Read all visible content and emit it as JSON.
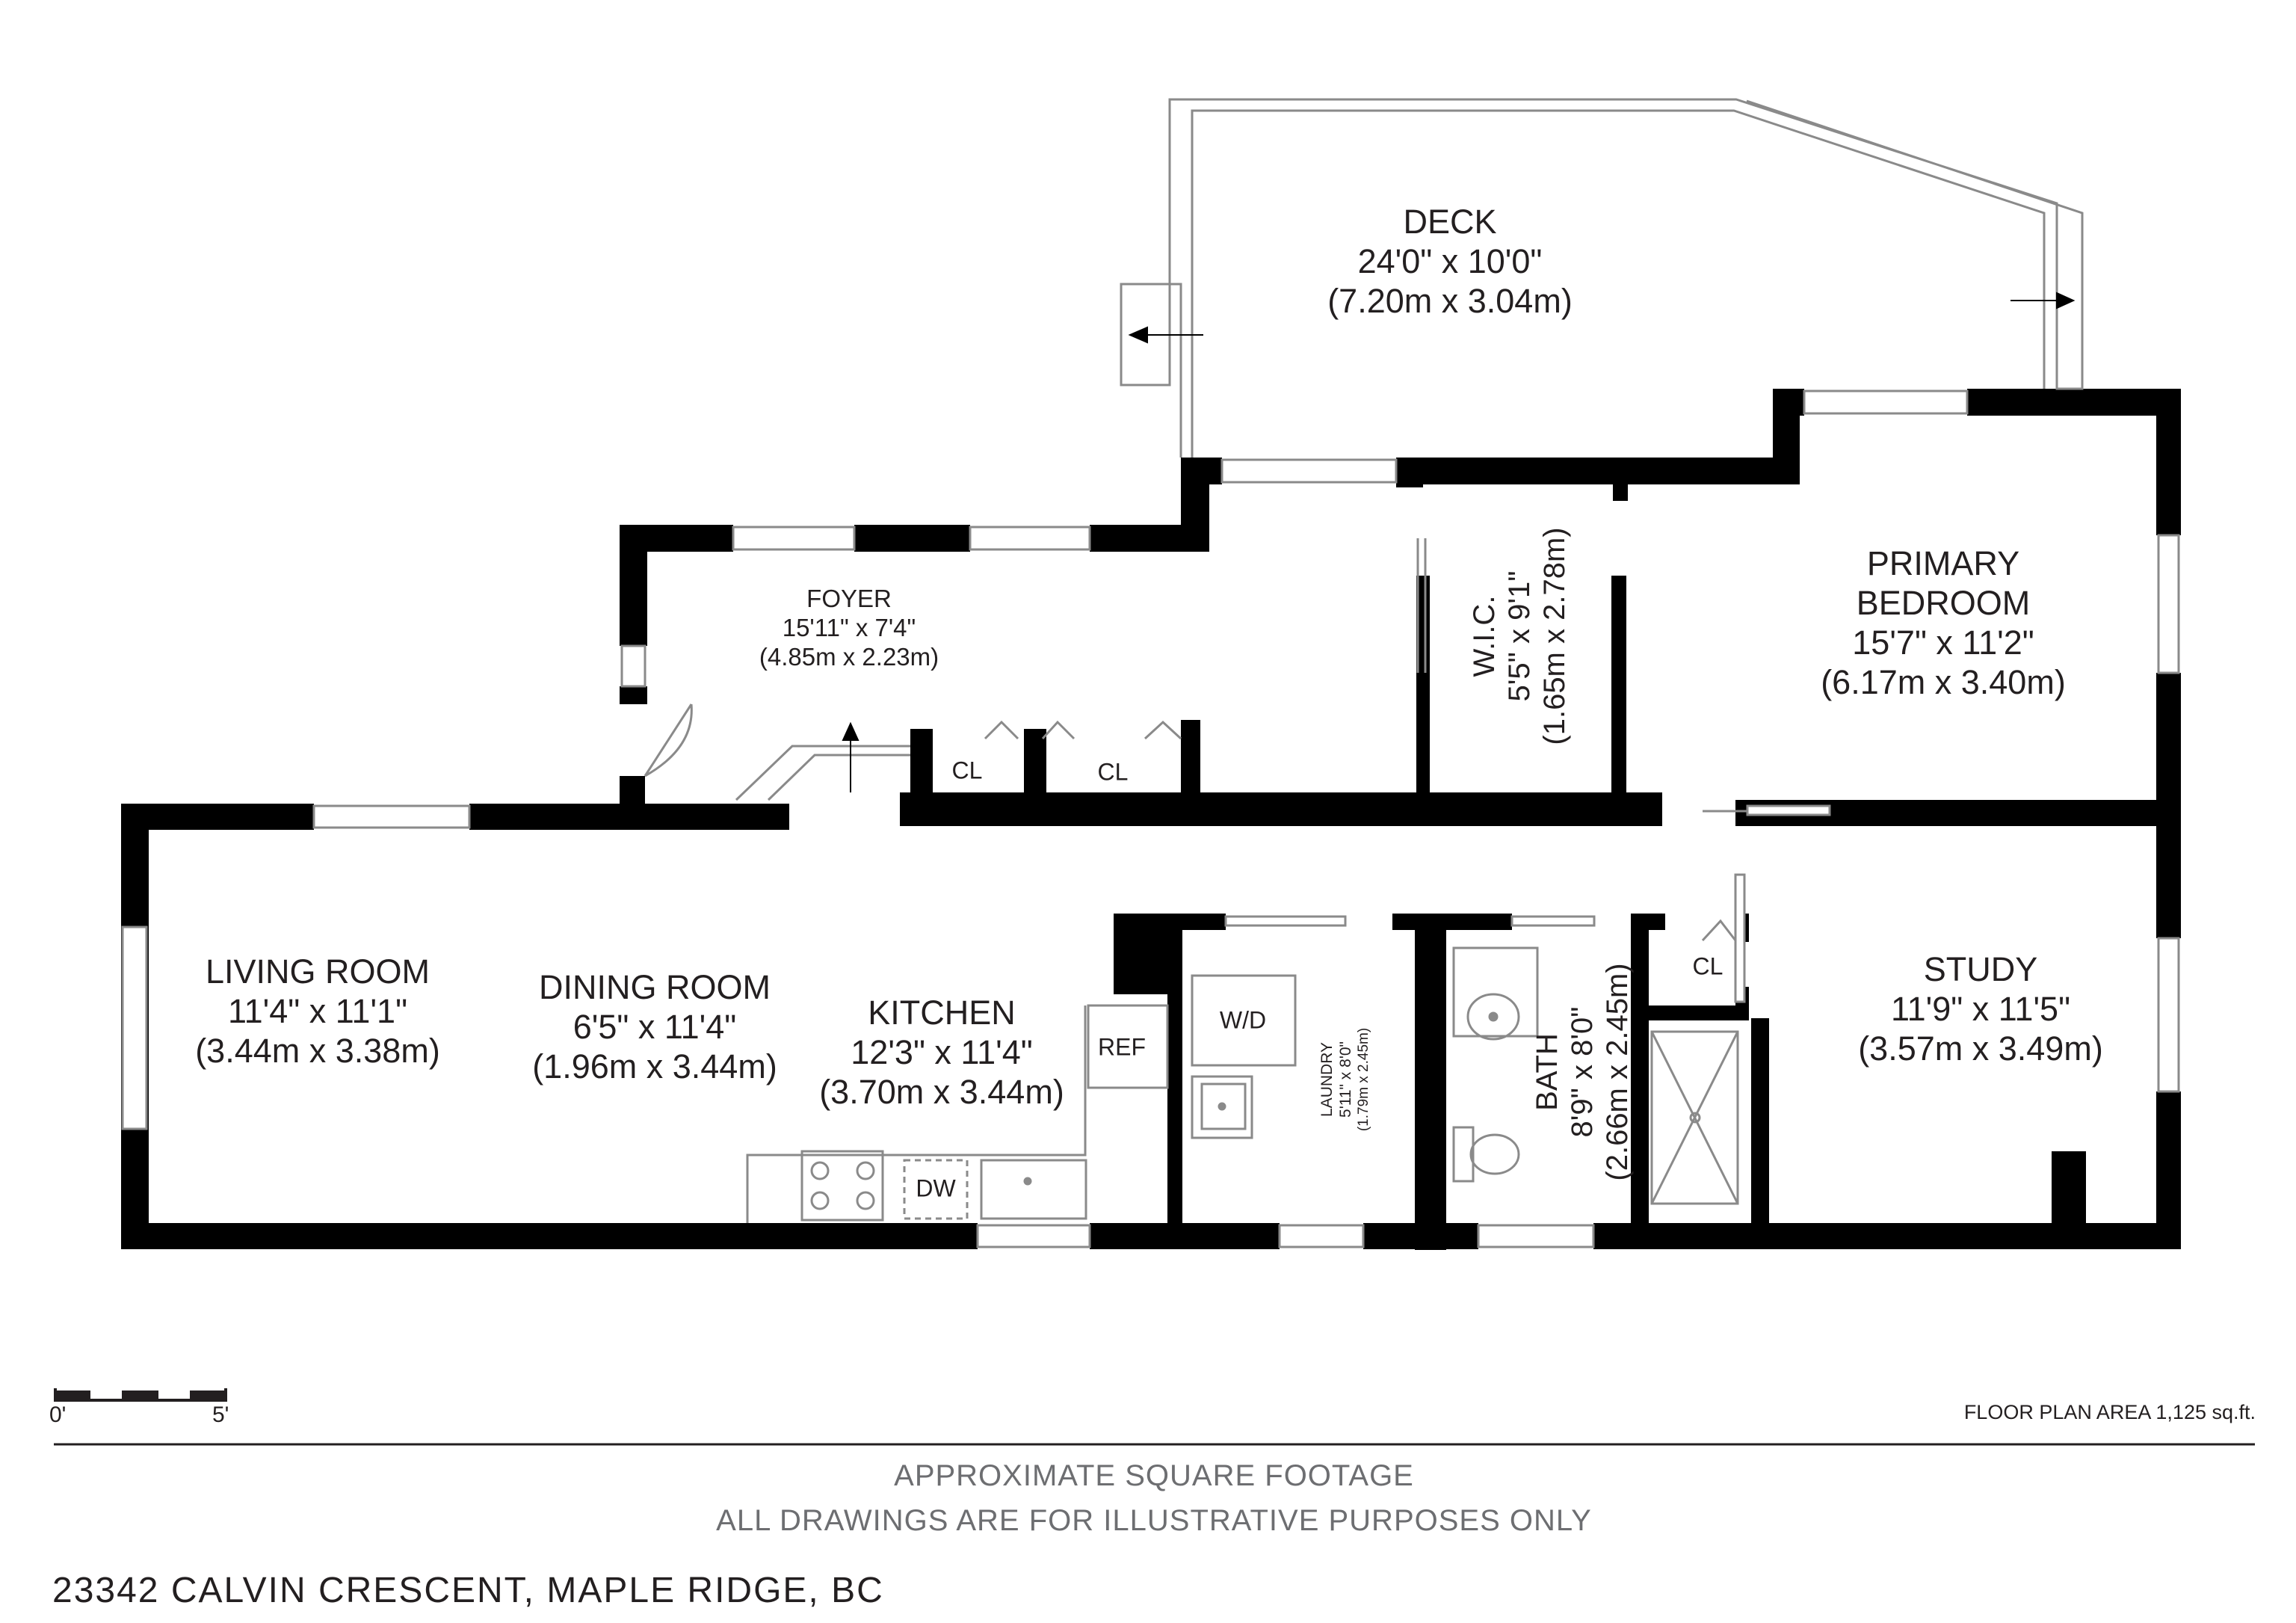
{
  "rooms": {
    "deck": {
      "name": "DECK",
      "dims_imperial": "24'0\" x 10'0\"",
      "dims_metric": "(7.20m x 3.04m)"
    },
    "foyer": {
      "name": "FOYER",
      "dims_imperial": "15'11\" x 7'4\"",
      "dims_metric": "(4.85m x 2.23m)"
    },
    "wic": {
      "name": "W.I.C.",
      "dims_imperial": "5'5\" x 9'1\"",
      "dims_metric": "(1.65m x 2.78m)"
    },
    "primary_bedroom": {
      "name_line1": "PRIMARY",
      "name_line2": "BEDROOM",
      "dims_imperial": "15'7\" x 11'2\"",
      "dims_metric": "(6.17m x 3.40m)"
    },
    "living_room": {
      "name": "LIVING ROOM",
      "dims_imperial": "11'4\" x 11'1\"",
      "dims_metric": "(3.44m x 3.38m)"
    },
    "dining_room": {
      "name": "DINING ROOM",
      "dims_imperial": "6'5\" x 11'4\"",
      "dims_metric": "(1.96m x 3.44m)"
    },
    "kitchen": {
      "name": "KITCHEN",
      "dims_imperial": "12'3\" x 11'4\"",
      "dims_metric": "(3.70m x 3.44m)"
    },
    "laundry": {
      "name": "LAUNDRY",
      "dims_imperial": "5'11\" x 8'0\"",
      "dims_metric": "(1.79m x 2.45m)"
    },
    "bath": {
      "name": "BATH",
      "dims_imperial": "8'9\" x 8'0\"",
      "dims_metric": "(2.66m x 2.45m)"
    },
    "study": {
      "name": "STUDY",
      "dims_imperial": "11'9\" x 11'5\"",
      "dims_metric": "(3.57m x 3.49m)"
    }
  },
  "fixtures": {
    "closet": "CL",
    "refrigerator": "REF",
    "washer_dryer": "W/D",
    "dishwasher": "DW"
  },
  "scale": {
    "start": "0'",
    "end": "5'"
  },
  "floor_plan_area": "FLOOR PLAN AREA  1,125 sq.ft.",
  "disclaimer": {
    "line1": "APPROXIMATE SQUARE FOOTAGE",
    "line2": "ALL DRAWINGS ARE FOR ILLUSTRATIVE PURPOSES ONLY"
  },
  "address": "23342 CALVIN CRESCENT, MAPLE RIDGE, BC",
  "colors": {
    "wall": "#000000",
    "text": "#231f20",
    "thin_line": "#8a8a8a",
    "footer_gray": "#6d6e71"
  }
}
